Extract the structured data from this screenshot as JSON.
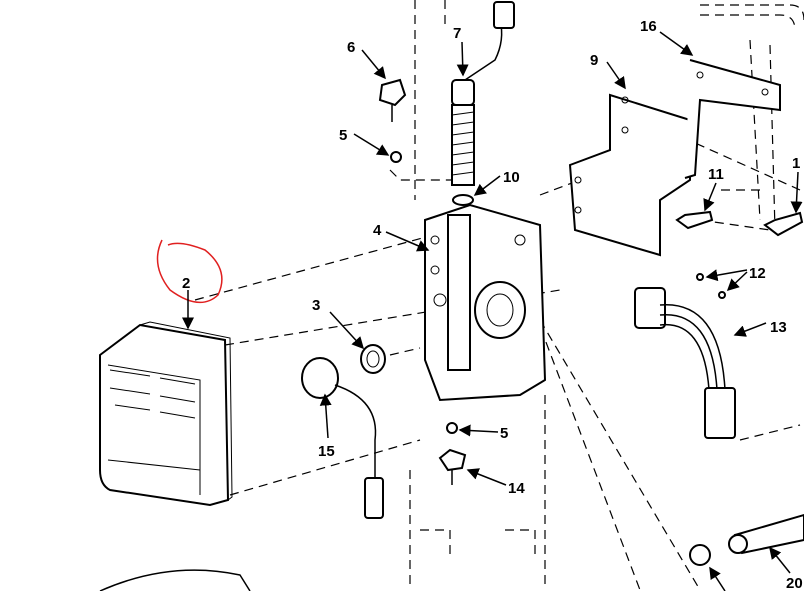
{
  "diagram": {
    "callouts": {
      "c16": "16",
      "c9": "9",
      "c6": "6",
      "c7": "7",
      "c5a": "5",
      "c10": "10",
      "c1": "1",
      "c11": "11",
      "c4": "4",
      "c12": "12",
      "c2": "2",
      "c3": "3",
      "c13": "13",
      "c15": "15",
      "c5b": "5",
      "c14": "14",
      "c20": "20"
    },
    "annotation_color": "#e02020"
  }
}
